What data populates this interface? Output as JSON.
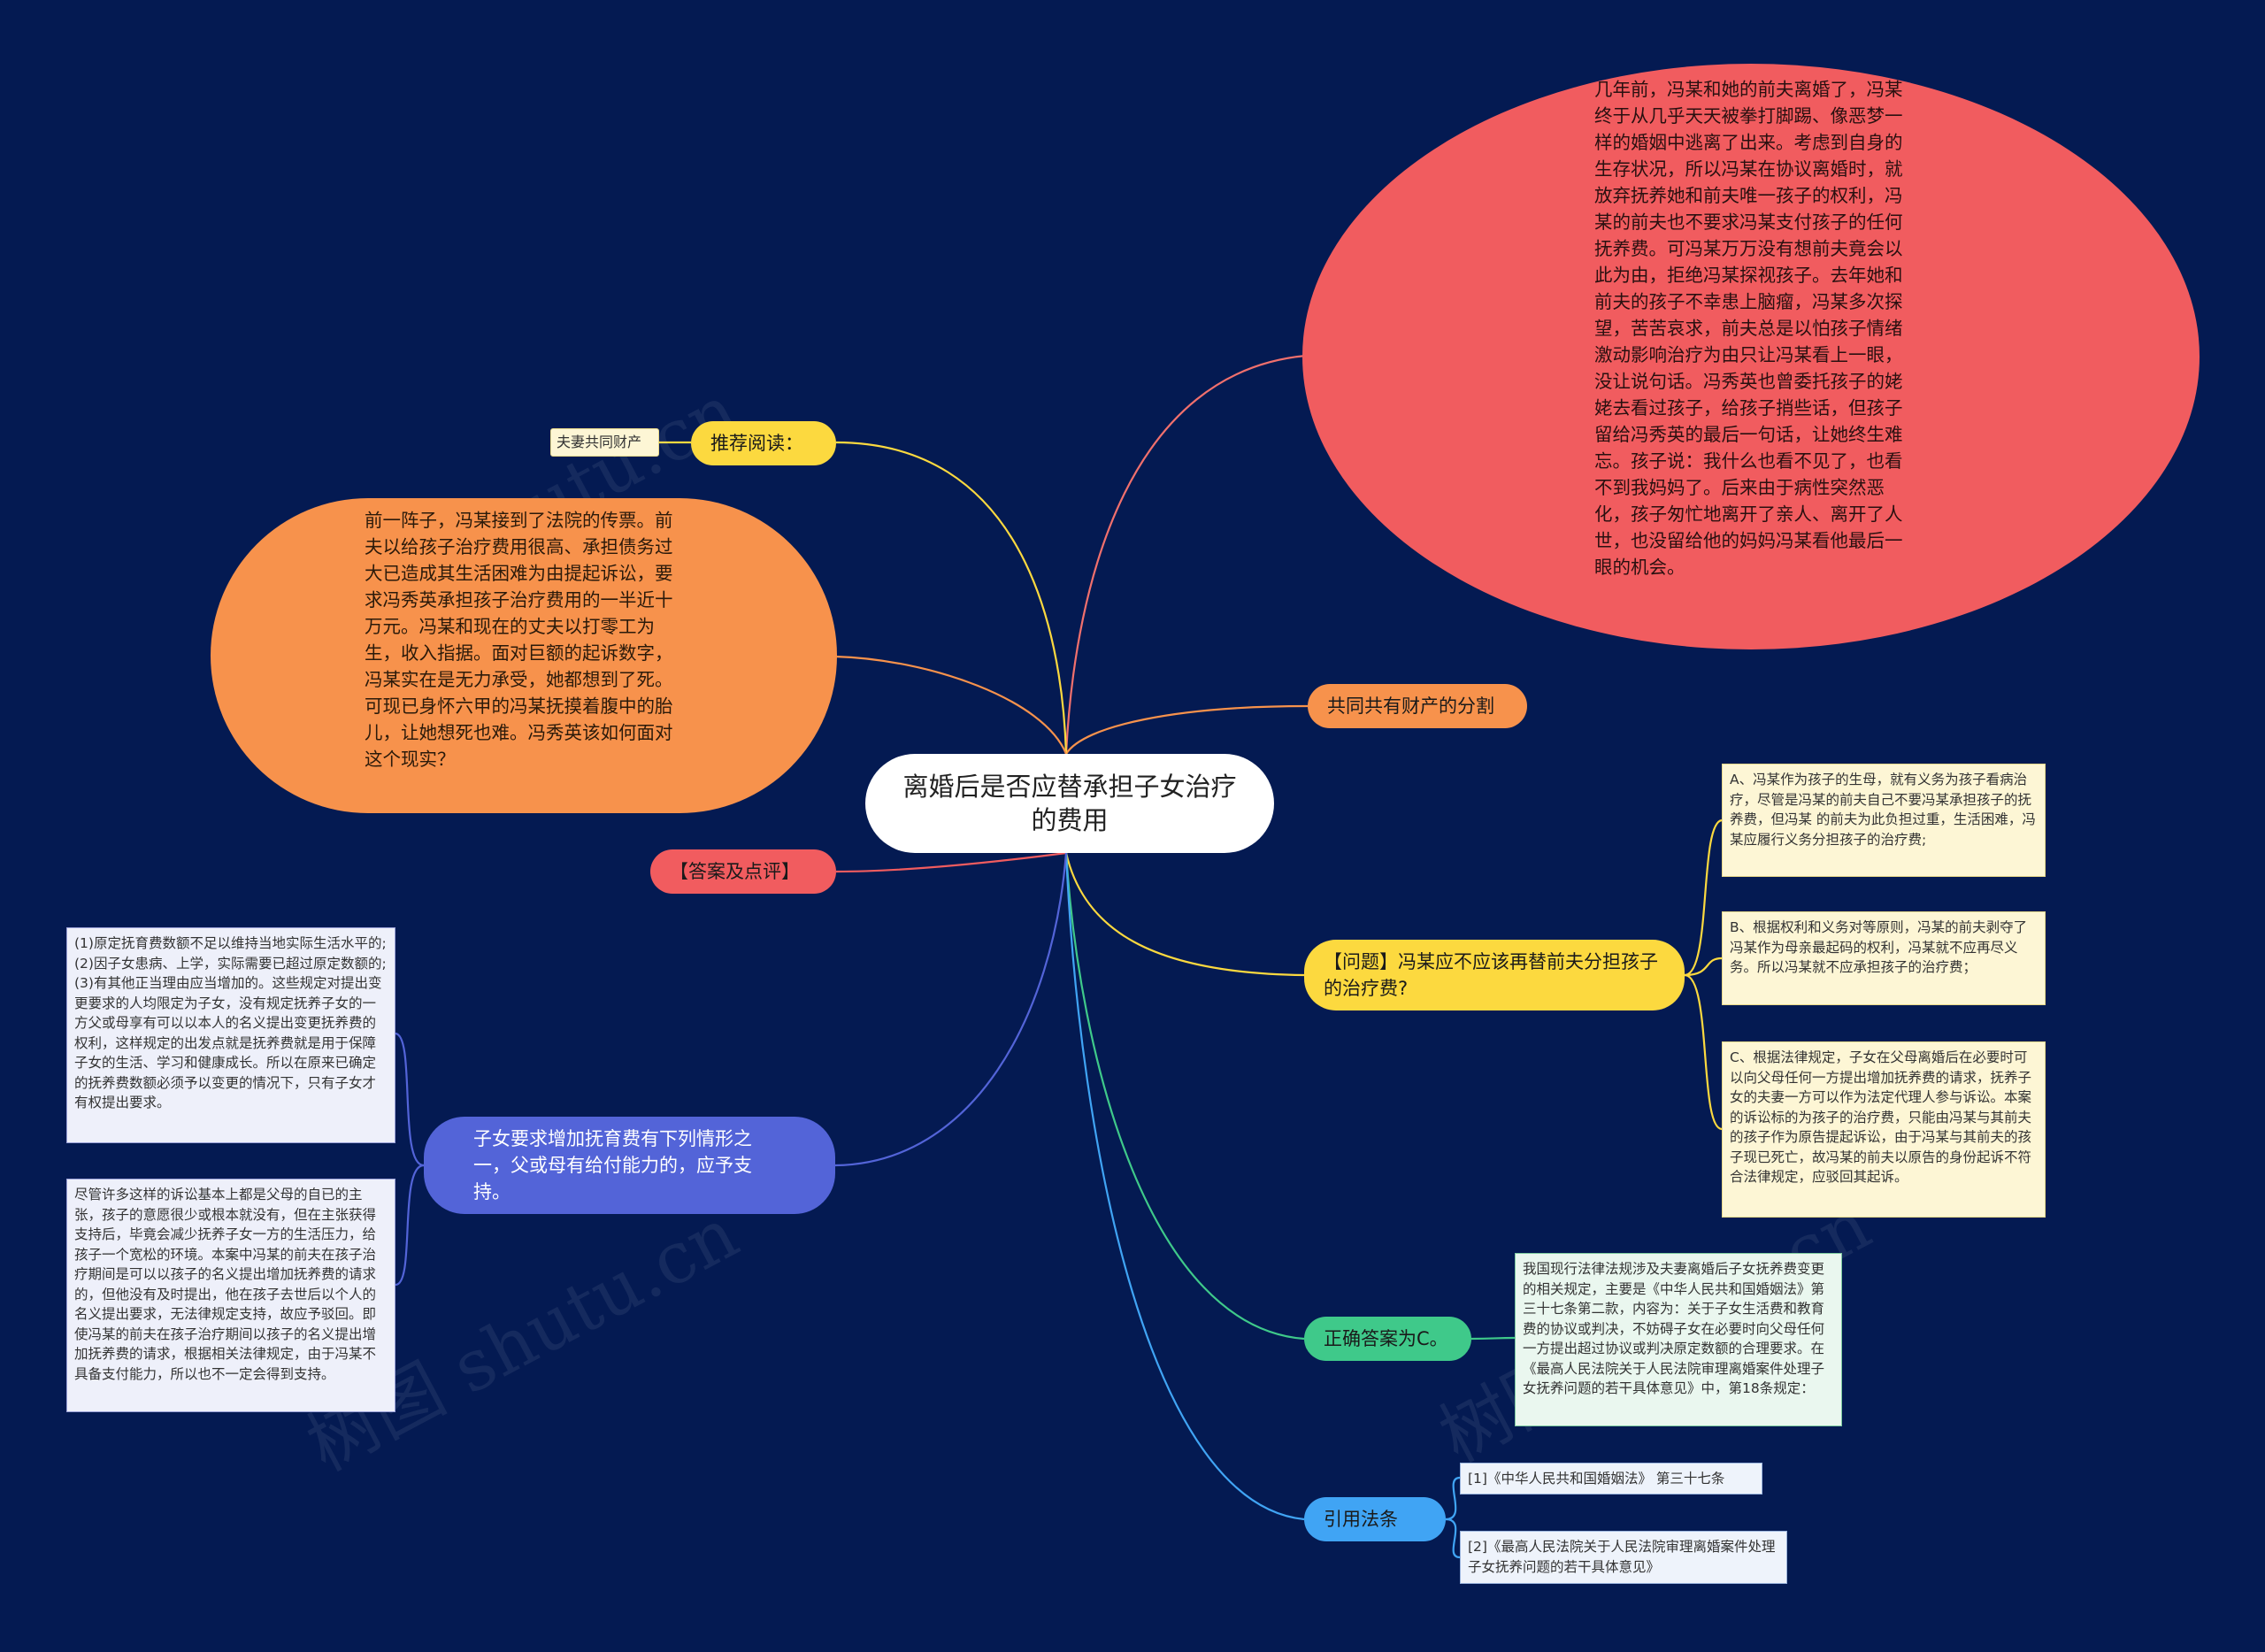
{
  "title": "离婚后是否应替承担子女治疗的费用",
  "colors": {
    "background": "#041a52",
    "red": "#f15c5f",
    "orange": "#f7924c",
    "yellow": "#fcd93f",
    "green": "#3fc98a",
    "blue": "#40a4f4",
    "indigo": "#5364d8"
  },
  "nodes": {
    "story_main": "几年前，冯某和她的前夫离婚了，冯某终于从几乎天天被拳打脚踢、像恶梦一样的婚姻中逃离了出来。考虑到自身的生存状况，所以冯某在协议离婚时，就放弃抚养她和前夫唯一孩子的权利，冯某的前夫也不要求冯某支付孩子的任何抚养费。可冯某万万没有想前夫竟会以此为由，拒绝冯某探视孩子。去年她和前夫的孩子不幸患上脑瘤，冯某多次探望，苦苦哀求，前夫总是以怕孩子情绪激动影响治疗为由只让冯某看上一眼，没让说句话。冯秀英也曾委托孩子的姥姥去看过孩子，给孩子捎些话，但孩子留给冯秀英的最后一句话，让她终生难忘。孩子说：我什么也看不见了，也看不到我妈妈了。后来由于病性突然恶化，孩子匆忙地离开了亲人、离开了人世，也没留给他的妈妈冯某看他最后一眼的机会。",
    "common_property": "共同共有财产的分割",
    "recommend": "推荐阅读：",
    "recommend_tag": "夫妻共同财产",
    "lawsuit": "前一阵子，冯某接到了法院的传票。前夫以给孩子治疗费用很高、承担债务过大已造成其生活困难为由提起诉讼，要求冯秀英承担孩子治疗费用的一半近十万元。冯某和现在的丈夫以打零工为生，收入指据。面对巨额的起诉数字，冯某实在是无力承受，她都想到了死。可现已身怀六甲的冯某抚摸着腹中的胎儿，让她想死也难。冯秀英该如何面对这个现实？",
    "answer_review": "【答案及点评】",
    "question": "【问题】冯某应不应该再替前夫分担孩子的治疗费?",
    "option_a": "A、冯某作为孩子的生母，就有义务为孩子看病治疗，尽管是冯某的前夫自己不要冯某承担孩子的抚养费，但冯某 的前夫为此负担过重，生活困难，冯某应履行义务分担孩子的治疗费;",
    "option_b": "B、根据权利和义务对等原则，冯某的前夫剥夺了冯某作为母亲最起码的权利，冯某就不应再尽义务。所以冯某就不应承担孩子的治疗费；",
    "option_c": "C、根据法律规定，子女在父母离婚后在必要时可以向父母任何一方提出增加抚养费的请求，抚养子女的夫妻一方可以作为法定代理人参与诉讼。本案的诉讼标的为孩子的治疗费，只能由冯某与其前夫的孩子作为原告提起诉讼，由于冯某与其前夫的孩子现已死亡，故冯某的前夫以原告的身份起诉不符合法律规定，应驳回其起诉。",
    "correct": "正确答案为C。",
    "correct_detail": "我国现行法律法规涉及夫妻离婚后子女抚养费变更的相关规定，主要是《中华人民共和国婚姻法》第三十七条第二款，内容为：关于子女生活费和教育费的协议或判决，不妨碍子女在必要时向父母任何一方提出超过协议或判决原定数额的合理要求。在《最高人民法院关于人民法院审理离婚案件处理子女抚养问题的若干具体意见》中，第18条规定：",
    "citation": "引用法条",
    "cite_1": "[1]《中华人民共和国婚姻法》 第三十七条",
    "cite_2": "[2]《最高人民法院关于人民法院审理离婚案件处理子女抚养问题的若干具体意见》",
    "increase": "子女要求增加抚育费有下列情形之一，父或母有给付能力的，应予支持。",
    "increase_1": "(1)原定抚育费数额不足以维持当地实际生活水平的;(2)因子女患病、上学，实际需要已超过原定数额的;(3)有其他正当理由应当增加的。这些规定对提出变更要求的人均限定为子女，没有规定抚养子女的一方父或母享有可以以本人的名义提出变更抚养费的权利，这样规定的出发点就是抚养费就是用于保障子女的生活、学习和健康成长。所以在原来已确定的抚养费数额必须予以变更的情况下，只有子女才有权提出要求。",
    "increase_2": "尽管许多这样的诉讼基本上都是父母的自已的主张，孩子的意愿很少或根本就没有，但在主张获得支持后，毕竟会减少抚养子女一方的生活压力，给孩子一个宽松的环境。本案中冯某的前夫在孩子治疗期间是可以以孩子的名义提出增加抚养费的请求的，但他没有及时提出，他在孩子去世后以个人的名义提出要求，无法律规定支持，故应予驳回。即使冯某的前夫在孩子治疗期间以孩子的名义提出增加抚养费的请求，根据相关法律规定，由于冯某不具备支付能力，所以也不一定会得到支持。"
  },
  "watermark": "树图 shutu.cn"
}
